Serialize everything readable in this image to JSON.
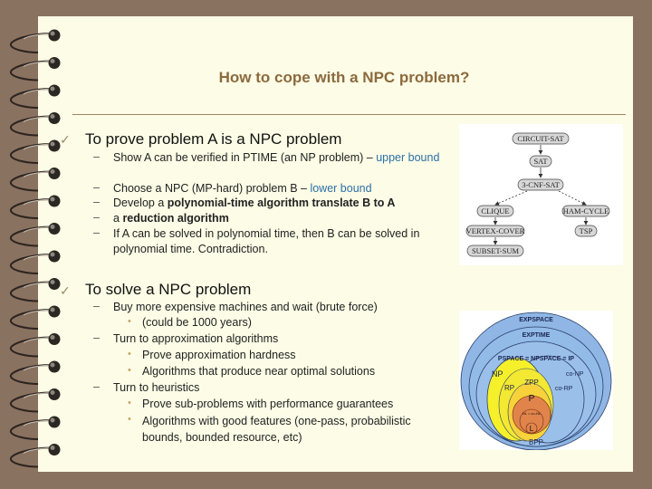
{
  "slide": {
    "title": "How to cope with a NPC problem?",
    "sections": [
      {
        "heading": "To prove problem A is a NPC problem",
        "items": [
          {
            "text": "Show A can be verified in PTIME (an NP problem) – ",
            "highlight": "upper bound"
          },
          {
            "text": "Choose a NPC (MP-hard) problem B – ",
            "highlight": "lower bound"
          },
          {
            "prefix": "Develop a ",
            "bold": "polynomial-time algorithm translate B to A"
          },
          {
            "prefix": "a ",
            "bold": "reduction algorithm"
          },
          {
            "text": "If A can be solved in polynomial time, then B can be solved in polynomial time. Contradiction."
          }
        ]
      },
      {
        "heading": "To solve a NPC problem",
        "items": [
          {
            "text": "Buy more expensive machines and wait (brute force)",
            "sub": [
              "(could be 1000 years)"
            ]
          },
          {
            "text": "Turn to approximation algorithms",
            "sub": [
              "Prove approximation hardness",
              "Algorithms that produce near optimal solutions"
            ]
          },
          {
            "text": "Turn to heuristics",
            "sub": [
              "Prove sub-problems with performance guarantees",
              "Algorithms with good features (one-pass, probabilistic bounds, bounded resource, etc)"
            ]
          }
        ]
      }
    ],
    "reduction_diagram": {
      "nodes": [
        "CIRCUIT-SAT",
        "SAT",
        "3-CNF-SAT",
        "CLIQUE",
        "HAM-CYCLE",
        "VERTEX-COVER",
        "TSP",
        "SUBSET-SUM"
      ]
    },
    "complexity_diagram": {
      "labels": [
        "EXPSPACE",
        "EXPTIME",
        "PSPACE = NPSPACE = IP",
        "NP",
        "co-NP",
        "RP",
        "co-RP",
        "ZPP",
        "P",
        "NL = co-NL",
        "L",
        "BPP"
      ]
    },
    "colors": {
      "background": "#8a7260",
      "paper": "#fdfce6",
      "title": "#8b6a3e",
      "highlight": "#2a6fa8"
    },
    "icons": {
      "bullet_l1": "check-mark-icon",
      "binding": "spiral-ring-icon"
    }
  }
}
